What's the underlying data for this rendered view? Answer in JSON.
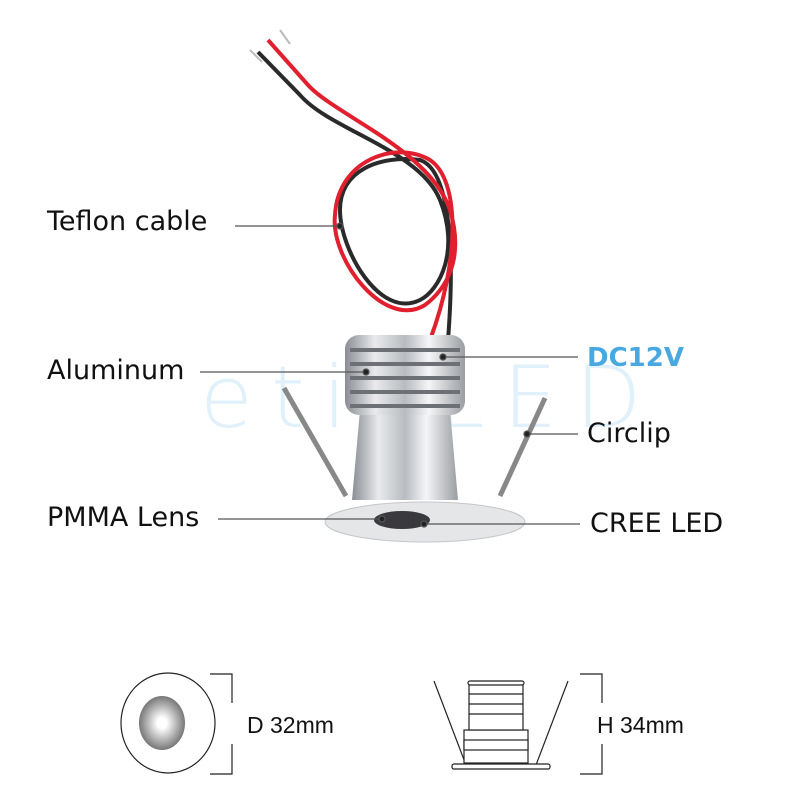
{
  "watermark": "etinLED",
  "labels": {
    "teflon_cable": "Teflon cable",
    "aluminum": "Aluminum",
    "dc12v": "DC12V",
    "circlip": "Circlip",
    "pmma_lens": "PMMA Lens",
    "cree_led": "CREE LED"
  },
  "dimensions": {
    "diameter": "D 32mm",
    "height": "H 34mm"
  },
  "colors": {
    "accent": "#4aa8e0",
    "cable_red": "#e0202e",
    "cable_black": "#2a2a2a"
  }
}
